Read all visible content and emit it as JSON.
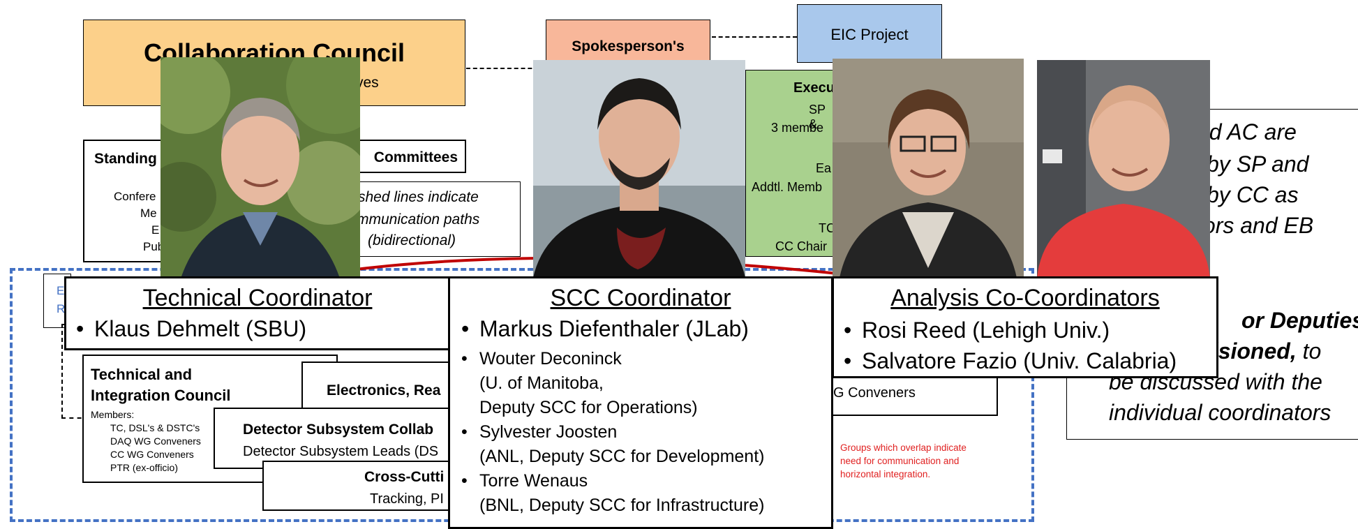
{
  "council": {
    "title": "Collaboration Council",
    "subtitle": "ves"
  },
  "spokesperson": {
    "title": "Spokesperson's"
  },
  "eic_project": {
    "label": "EIC Project"
  },
  "executive": {
    "title": "Execu",
    "lines": [
      "SP &",
      "3 membe",
      "",
      "Ea",
      "Addtl. Memb",
      "",
      "TC",
      "CC Chair"
    ]
  },
  "standing": {
    "title": "Standing",
    "lines": [
      "Confere",
      "Me",
      "E",
      "Pub"
    ]
  },
  "committees_label": "Committees",
  "dashed_note": [
    "shed lines indicate",
    "mmunication paths",
    "(bidirectional)"
  ],
  "right_note": {
    "top_lines": [
      "nd AC are",
      "by SP and",
      "by CC as",
      "tors and EB"
    ],
    "bottom_bold": "or Deputies",
    "bottom_bolditalic": "visioned,",
    "bottom_tail": "to",
    "bottom_lines": [
      "be discussed with the",
      "individual coordinators"
    ]
  },
  "left_fragments": [
    "E",
    "R"
  ],
  "tic": {
    "title": [
      "Technical and",
      "Integration Council"
    ],
    "members_label": "Members:",
    "members": [
      "TC, DSL's & DSTC's",
      "DAQ WG Conveners",
      "CC WG Conveners",
      "PTR (ex-officio)"
    ]
  },
  "electronics": {
    "label": "Electronics, Rea"
  },
  "detector_collab": {
    "title": "Detector Subsystem Collab",
    "subtitle": "Detector Subsystem Leads (DS"
  },
  "cross_cutting": {
    "title": "Cross-Cutti",
    "subtitle": "Tracking, PI"
  },
  "wg_conveners": "G Conveners",
  "overlap_note": [
    "Groups which overlap indicate",
    "need for communication and",
    "horizontal integration."
  ],
  "technical_coordinator": {
    "heading": "Technical Coordinator",
    "bullet": "•",
    "items": [
      "Klaus Dehmelt (SBU)"
    ]
  },
  "scc_coordinator": {
    "heading": "SCC Coordinator",
    "bullet": "•",
    "lead": "Markus Diefenthaler (JLab)",
    "deputies": [
      {
        "name": "Wouter Deconinck",
        "detail": [
          "(U. of Manitoba,",
          "Deputy SCC for Operations)"
        ]
      },
      {
        "name": "Sylvester Joosten",
        "detail": [
          "(ANL, Deputy SCC for Development)"
        ]
      },
      {
        "name": "Torre Wenaus",
        "detail": [
          "(BNL, Deputy SCC for Infrastructure)"
        ]
      }
    ]
  },
  "analysis_coordinators": {
    "heading": "Analysis Co-Coordinators",
    "bullet": "•",
    "items": [
      "Rosi Reed (Lehigh Univ.)",
      "Salvatore Fazio (Univ. Calabria)"
    ]
  },
  "colors": {
    "council": "#fcd08a",
    "spokesperson": "#f8b79a",
    "eic_project": "#a9c8ec",
    "executive": "#a9d18e",
    "dashed_blue": "#4472c4",
    "overlap_red": "#e02020",
    "ellipse_red": "#c00000"
  }
}
